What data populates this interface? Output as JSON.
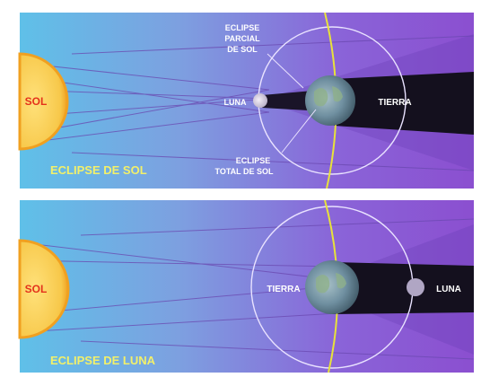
{
  "panels": [
    {
      "caption": "ECLIPSE DE SOL",
      "sun_label": "SOL",
      "moon_label": "LUNA",
      "earth_label": "TIERRA",
      "partial_label_lines": [
        "ECLIPSE",
        "PARCIAL",
        "DE SOL"
      ],
      "total_label_lines": [
        "ECLIPSE",
        "TOTAL DE SOL"
      ]
    },
    {
      "caption": "ECLIPSE DE LUNA",
      "sun_label": "SOL",
      "earth_label": "TIERRA",
      "moon_label": "LUNA"
    }
  ],
  "colors": {
    "sun": "#f7c84a",
    "sun_edge": "#f0a020",
    "sun_text": "#e4321b",
    "caption_text": "#f2f06a",
    "orbit_line": "#e9e2ff",
    "ecliptic_curve": "#e8e23a",
    "shadow": "#14101e",
    "label_text": "#ffffff",
    "earth": "#6f8fa0",
    "moon": "#d8d2e0"
  }
}
